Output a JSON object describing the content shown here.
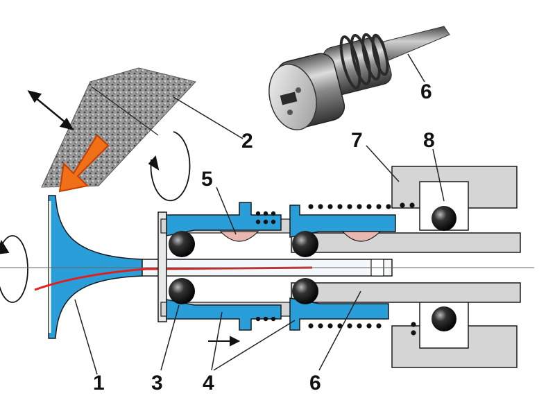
{
  "callouts": {
    "c1": "1",
    "c2": "2",
    "c3": "3",
    "c4": "4",
    "c5": "5",
    "c6_photo": "6",
    "c6": "6",
    "c7": "7",
    "c8": "8"
  },
  "colors": {
    "blue_part": "#2a9ed9",
    "gray_part": "#d5d5d5",
    "outline": "#1a1a1a",
    "red_line": "#e02020",
    "arrow_orange": "#f07018",
    "abrasive": "#8a8a8a",
    "pink_element": "#e8b8b0",
    "white": "#ffffff"
  },
  "icons": {
    "motion_arrow": "double-headed-arrow-icon",
    "rotation": "rotation-arrow-icon",
    "feed": "feed-arrow-icon"
  }
}
